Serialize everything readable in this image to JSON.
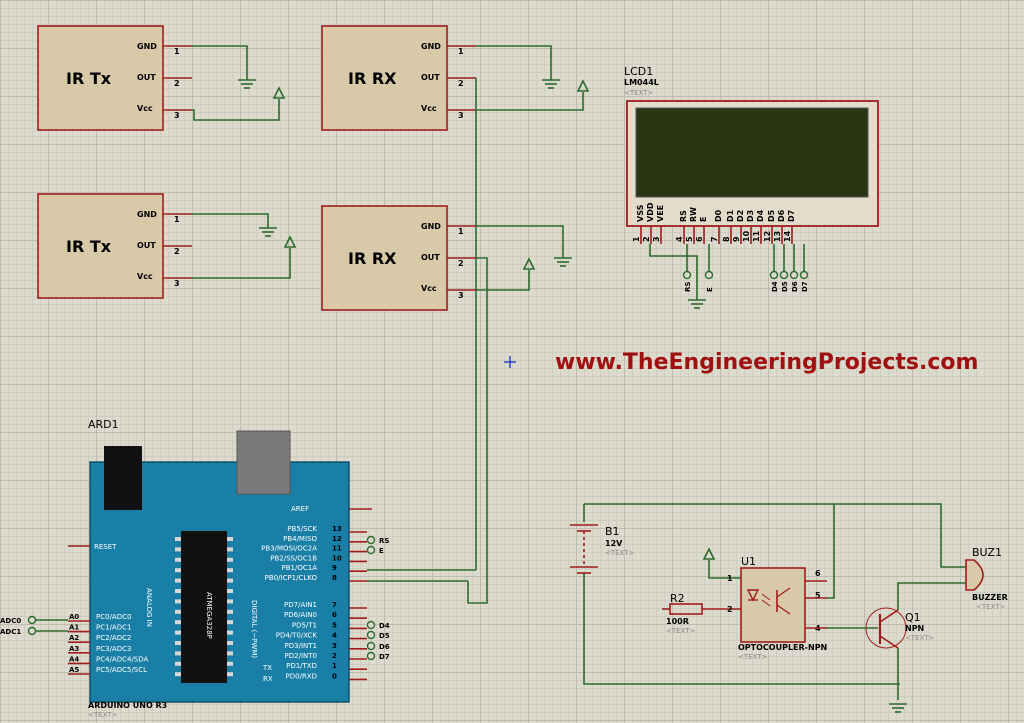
{
  "site_text": "www.TheEngineeringProjects.com",
  "ir_modules": [
    {
      "name": "IR Tx",
      "pins": [
        "GND",
        "OUT",
        "Vcc"
      ],
      "nums": [
        "1",
        "2",
        "3"
      ]
    },
    {
      "name": "IR RX",
      "pins": [
        "GND",
        "OUT",
        "Vcc"
      ],
      "nums": [
        "1",
        "2",
        "3"
      ]
    },
    {
      "name": "IR Tx",
      "pins": [
        "GND",
        "OUT",
        "Vcc"
      ],
      "nums": [
        "1",
        "2",
        "3"
      ]
    },
    {
      "name": "IR RX",
      "pins": [
        "GND",
        "OUT",
        "Vcc"
      ],
      "nums": [
        "1",
        "2",
        "3"
      ]
    }
  ],
  "lcd": {
    "ref": "LCD1",
    "part": "LM044L",
    "text": "<TEXT>",
    "pins": [
      "VSS",
      "VDD",
      "VEE",
      "RS",
      "RW",
      "E",
      "D0",
      "D1",
      "D2",
      "D3",
      "D4",
      "D5",
      "D6",
      "D7"
    ],
    "nums": [
      "1",
      "2",
      "3",
      "4",
      "5",
      "6",
      "7",
      "8",
      "9",
      "10",
      "11",
      "12",
      "13",
      "14"
    ],
    "term_labels": [
      "RS",
      "E",
      "D4",
      "D5",
      "D6",
      "D7"
    ]
  },
  "arduino": {
    "ref": "ARD1",
    "part": "ARDUINO UNO R3",
    "text": "<TEXT>",
    "aref": "AREF",
    "reset": "RESET",
    "analog_title": "ANALOG IN",
    "digital_title": "DIGITAL (~PWM)",
    "chip": "ATMEGA328P",
    "analog_pins": [
      "PC0/ADC0",
      "PC1/ADC1",
      "PC2/ADC2",
      "PC3/ADC3",
      "PC4/ADC4/SDA",
      "PC5/ADC5/SCL"
    ],
    "analog_nums": [
      "A0",
      "A1",
      "A2",
      "A3",
      "A4",
      "A5"
    ],
    "analog_ext": [
      "ADC0",
      "ADC1"
    ],
    "digital_top": [
      "PB5/SCK",
      "PB4/MISO",
      "PB3/MOSI/OC2A",
      "PB2/SS/OC1B",
      "PB1/OC1A",
      "PB0/ICP1/CLKO"
    ],
    "digital_top_nums": [
      "13",
      "12",
      "11",
      "10",
      "9",
      "8"
    ],
    "digital_bottom": [
      "PD7/AIN1",
      "PD6/AIN0",
      "PD5/T1",
      "PD4/T0/XCK",
      "PD3/INT1",
      "PD2/INT0",
      "PD1/TXD",
      "PD0/RXD"
    ],
    "digital_bottom_nums": [
      "7",
      "6",
      "5",
      "4",
      "3",
      "2",
      "1",
      "0"
    ],
    "tx_label": "TX",
    "rx_label": "RX",
    "top_term": [
      "RS",
      "E"
    ],
    "bottom_term": [
      "D4",
      "D5",
      "D6",
      "D7"
    ]
  },
  "battery": {
    "ref": "B1",
    "value": "12V",
    "text": "<TEXT>"
  },
  "resistor": {
    "ref": "R2",
    "value": "100R",
    "text": "<TEXT>"
  },
  "opto": {
    "ref": "U1",
    "part": "OPTOCOUPLER-NPN",
    "text": "<TEXT>",
    "nums": [
      "1",
      "2",
      "6",
      "5",
      "4"
    ]
  },
  "transistor": {
    "ref": "Q1",
    "part": "NPN",
    "text": "<TEXT>"
  },
  "buzzer": {
    "ref": "BUZ1",
    "part": "BUZZER",
    "text": "<TEXT>"
  },
  "colors": {
    "wire": "#2d6a2d",
    "component": "#a01c1c",
    "body": "#d8c9a8",
    "arduino": "#1a7fa6",
    "lcd": "#2a3514",
    "site": "#a01010"
  }
}
